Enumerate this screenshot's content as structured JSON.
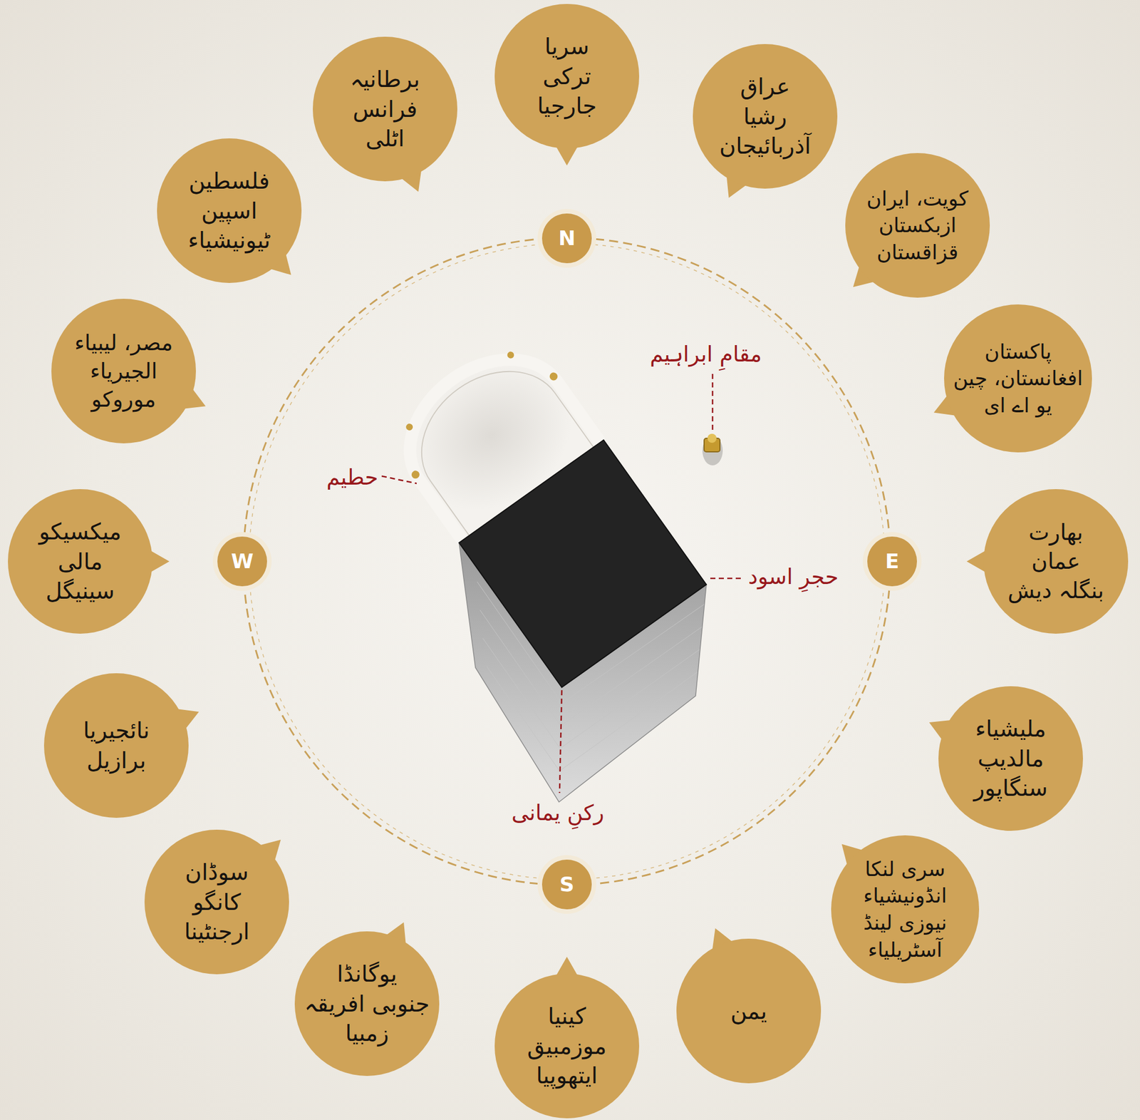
{
  "diagram": {
    "nodes": [
      {
        "text": [
          "سریا",
          "ترکی",
          "جارجیا"
        ]
      },
      {
        "text": [
          "عراق",
          "رشیا",
          "آذربائیجان"
        ]
      },
      {
        "text": [
          "کویت، ایران",
          "ازبکستان",
          "قزاقستان"
        ]
      },
      {
        "text": [
          "پاکستان",
          "افغانستان، چین",
          "یو اے ای"
        ]
      },
      {
        "text": [
          "بھارت",
          "عمان",
          "بنگلہ دیش"
        ]
      },
      {
        "text": [
          "ملیشیاء",
          "مالدیپ",
          "سنگاپور"
        ]
      },
      {
        "text": [
          "سری لنکا",
          "انڈونیشیاء",
          "نیوزی لینڈ",
          "آسٹریلیاء"
        ]
      },
      {
        "text": [
          "یمن"
        ]
      },
      {
        "text": [
          "کینیا",
          "موزمبیق",
          "ایتھوپیا"
        ]
      },
      {
        "text": [
          "یوگانڈا",
          "جنوبی افریقہ",
          "زمبیا"
        ]
      },
      {
        "text": [
          "سوڈان",
          "کانگو",
          "ارجنٹینا"
        ]
      },
      {
        "text": [
          "نائجیریا",
          "برازیل"
        ]
      },
      {
        "text": [
          "میکسیکو",
          "مالی",
          "سینیگل"
        ]
      },
      {
        "text": [
          "مصر، لیبیاء",
          "الجیریاء",
          "موروکو"
        ]
      },
      {
        "text": [
          "فلسطین",
          "اسپین",
          "ٹیونیشیاء"
        ]
      },
      {
        "text": [
          "برطانیہ",
          "فرانس",
          "اٹلی"
        ]
      },
      {
        "text": [
          "N"
        ]
      },
      {
        "text": [
          "E"
        ]
      },
      {
        "text": [
          "S"
        ]
      },
      {
        "text": [
          "W"
        ]
      }
    ],
    "labels": [
      "مقامِ ابراہیم",
      "حطیم",
      "حجرِ اسود",
      "رکنِ یمانی"
    ]
  }
}
